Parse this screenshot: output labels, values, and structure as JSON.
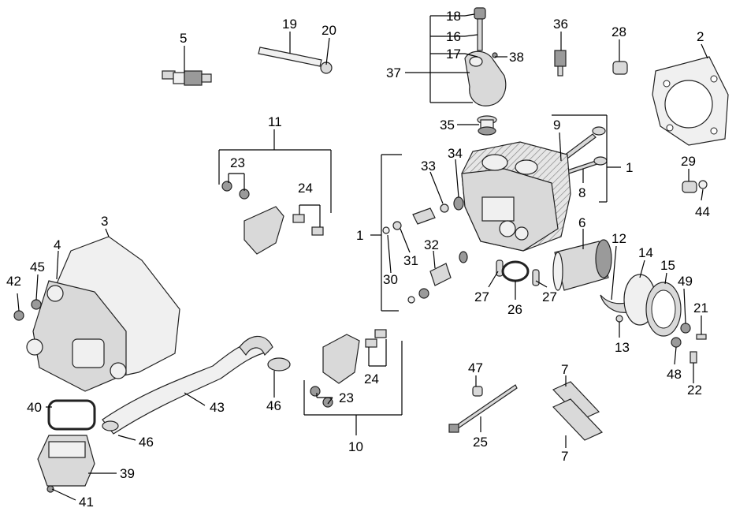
{
  "callouts": [
    {
      "n": "2"
    },
    {
      "n": "3"
    },
    {
      "n": "4"
    },
    {
      "n": "5"
    },
    {
      "n": "6"
    },
    {
      "n": "7"
    },
    {
      "n": "7"
    },
    {
      "n": "8"
    },
    {
      "n": "9"
    },
    {
      "n": "10"
    },
    {
      "n": "11"
    },
    {
      "n": "12"
    },
    {
      "n": "13"
    },
    {
      "n": "14"
    },
    {
      "n": "15"
    },
    {
      "n": "16"
    },
    {
      "n": "17"
    },
    {
      "n": "18"
    },
    {
      "n": "19"
    },
    {
      "n": "20"
    },
    {
      "n": "21"
    },
    {
      "n": "22"
    },
    {
      "n": "23"
    },
    {
      "n": "23"
    },
    {
      "n": "24"
    },
    {
      "n": "24"
    },
    {
      "n": "25"
    },
    {
      "n": "26"
    },
    {
      "n": "27"
    },
    {
      "n": "27"
    },
    {
      "n": "28"
    },
    {
      "n": "29"
    },
    {
      "n": "30"
    },
    {
      "n": "31"
    },
    {
      "n": "32"
    },
    {
      "n": "33"
    },
    {
      "n": "34"
    },
    {
      "n": "35"
    },
    {
      "n": "36"
    },
    {
      "n": "37"
    },
    {
      "n": "38"
    },
    {
      "n": "39"
    },
    {
      "n": "40"
    },
    {
      "n": "41"
    },
    {
      "n": "42"
    },
    {
      "n": "43"
    },
    {
      "n": "44"
    },
    {
      "n": "45"
    },
    {
      "n": "46"
    },
    {
      "n": "46"
    },
    {
      "n": "47"
    },
    {
      "n": "48"
    },
    {
      "n": "49"
    },
    {
      "n": "1"
    },
    {
      "n": "1"
    }
  ]
}
